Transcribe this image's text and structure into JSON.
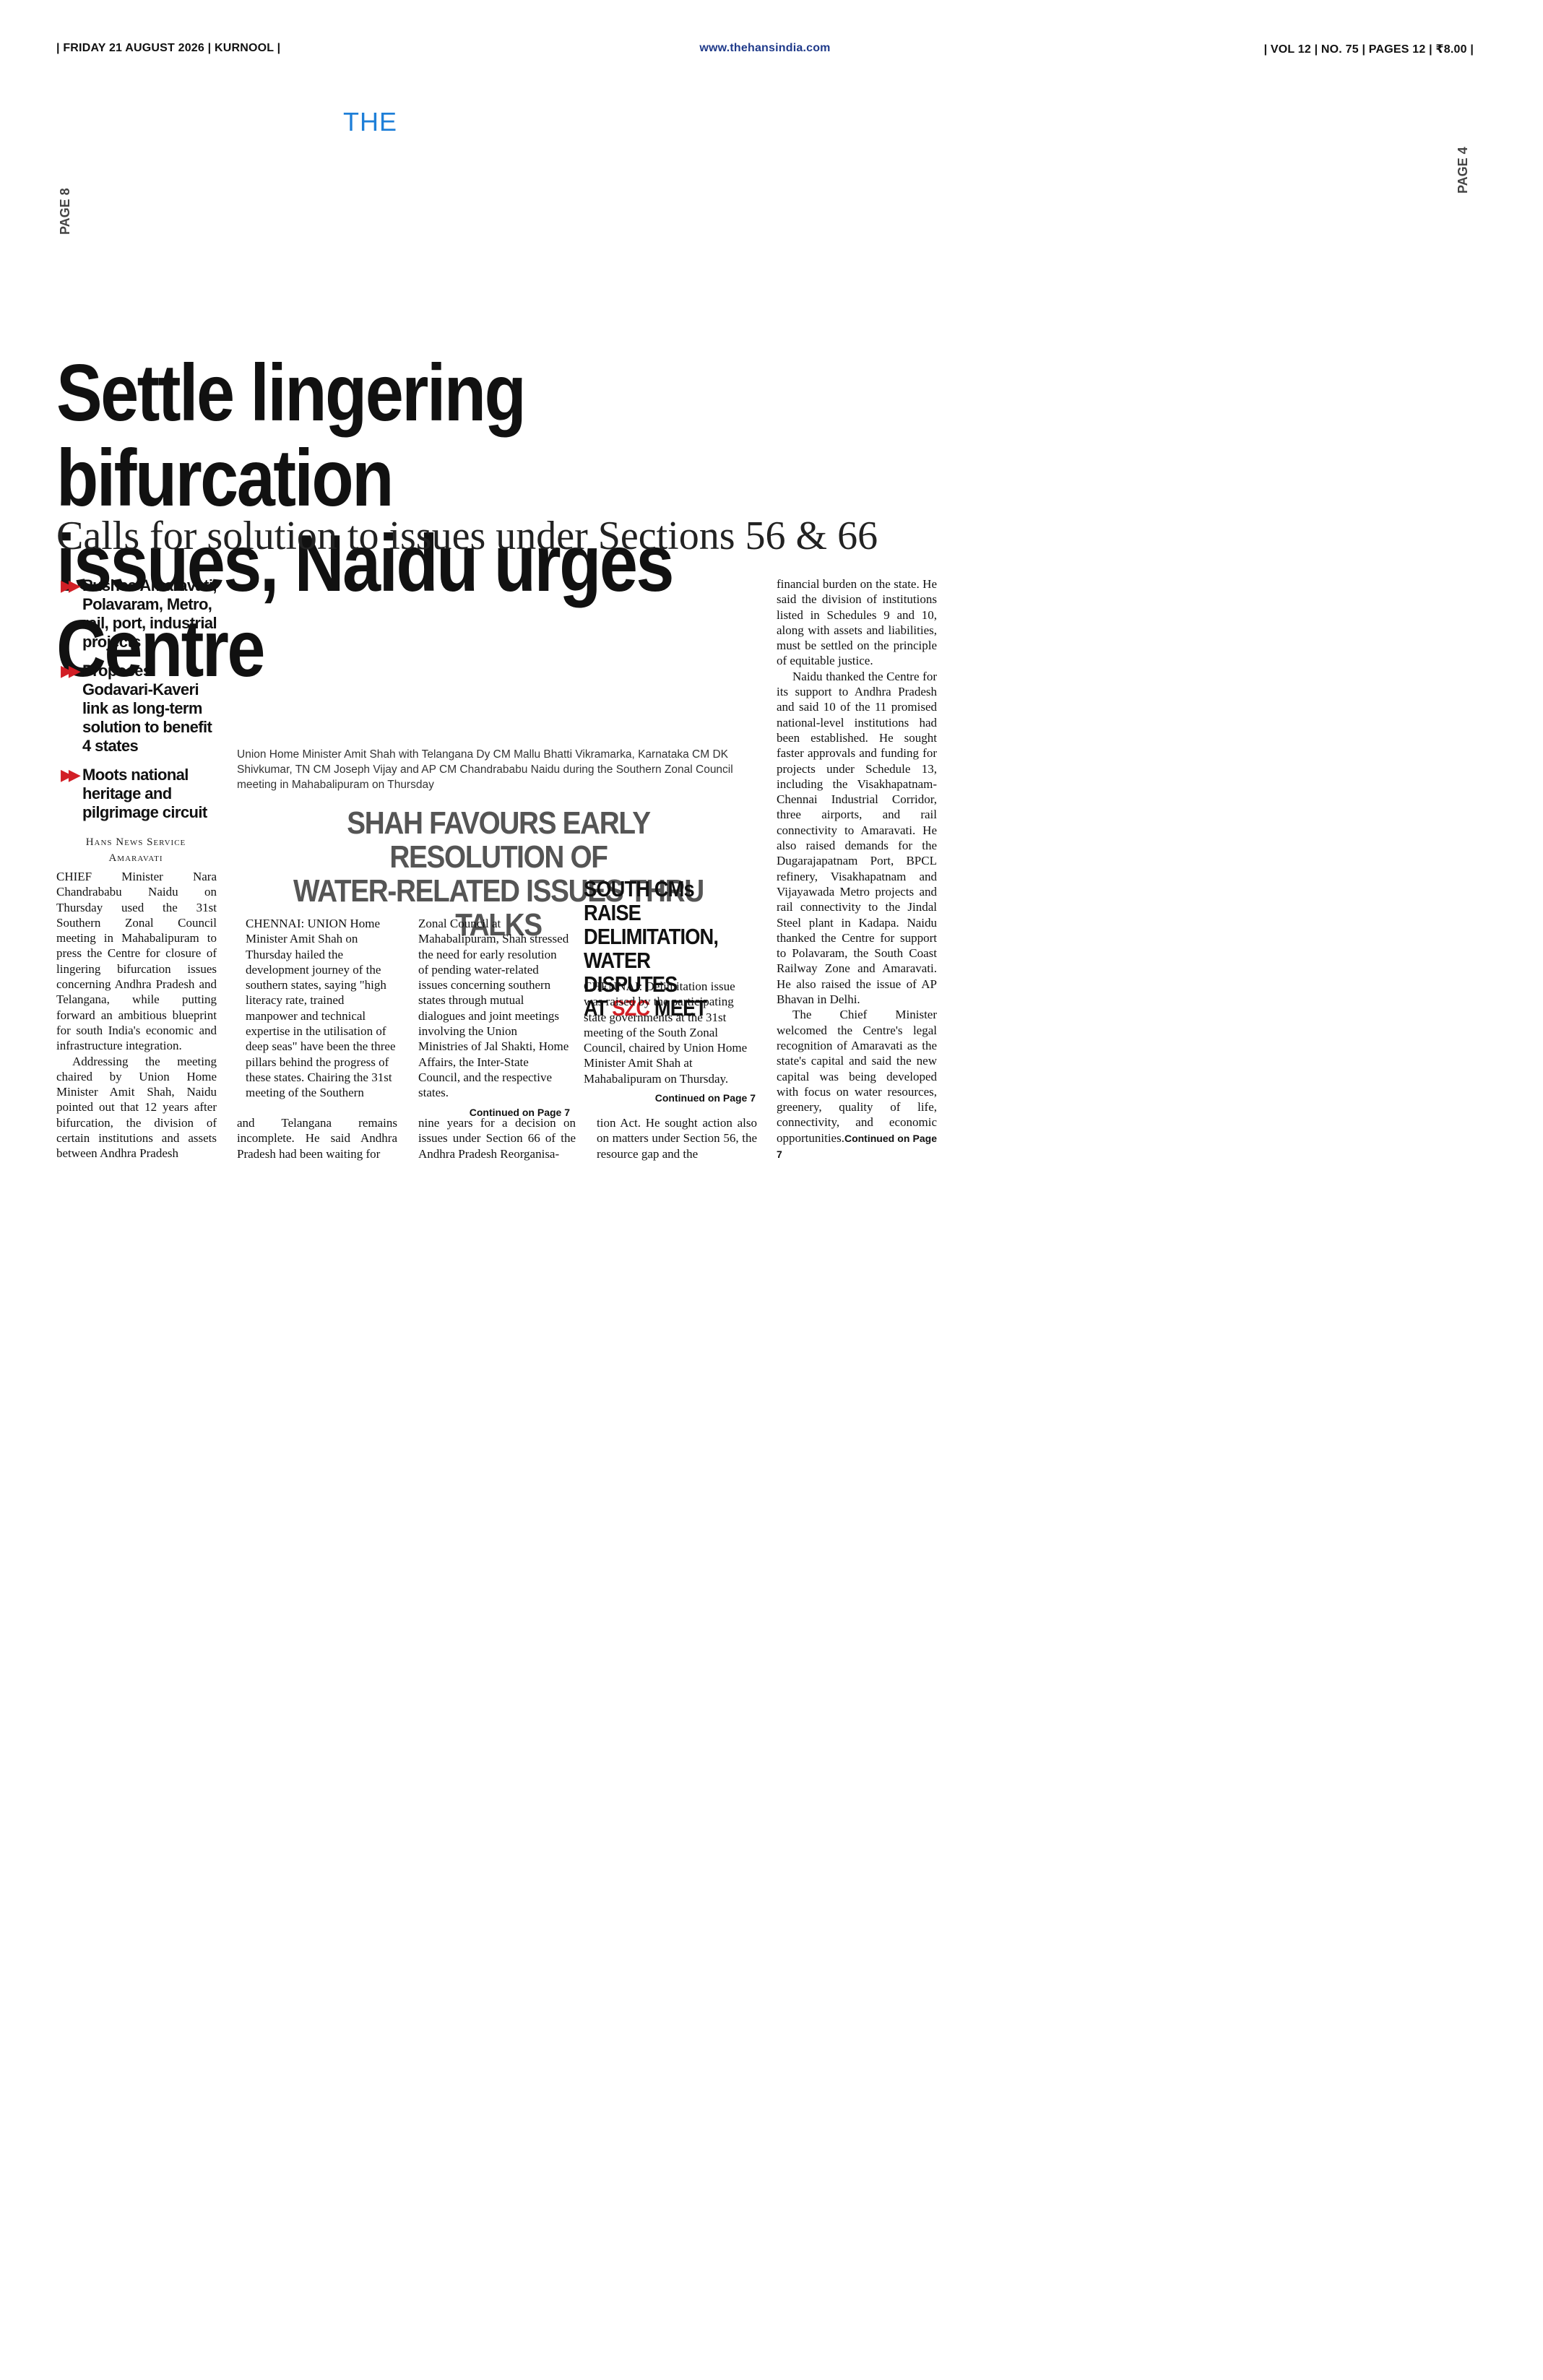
{
  "masthead": {
    "left": "| FRIDAY 21 AUGUST 2026 | KURNOOL |",
    "center": "www.thehansindia.com",
    "right": "| VOL 12 | NO. 75 | PAGES 12 | ₹8.00 |"
  },
  "brand": "THE",
  "side_refs": {
    "left": "PAGE 8",
    "right": "PAGE 4"
  },
  "headline": {
    "line1": "Settle lingering bifurcation",
    "line2": "issues, Naidu urges Centre"
  },
  "deck": "Calls for solution to issues under Sections 56 & 66",
  "bullets": [
    {
      "icon": "double-arrow-icon",
      "text": "Pushes Amaravati, Polavaram, Metro, rail, port, industrial projects"
    },
    {
      "icon": "double-arrow-icon",
      "text": "Proposes Godavari-Kaveri link as long-term solution to benefit 4 states"
    },
    {
      "icon": "double-arrow-icon",
      "text": "Moots national heritage and pilgrimage circuit"
    }
  ],
  "byline": {
    "line1": "Hans News Service",
    "line2": "Amaravati"
  },
  "main_story": {
    "col1": [
      "CHIEF Minister Nara Chandrababu Naidu on Thursday used the 31st Southern Zonal Council meeting in Mahabalipuram to press the Centre for closure of lingering bifurcation issues concerning Andhra Pradesh and Telangana, while putting forward an ambitious blueprint for south India's economic and infrastructure integration.",
      "Addressing the meeting chaired by Union Home Minister Amit Shah, Naidu pointed out that 12 years after bifurcation, the division of certain institutions and assets between Andhra Pradesh"
    ],
    "col2": "and Telangana remains incomplete. He said Andhra Pradesh had been waiting for",
    "col3": "nine years for a decision on issues under Section 66 of the Andhra Pradesh Reorganisa-",
    "col4": "tion Act. He sought action also on matters under Section 56, the resource gap and the",
    "col5": [
      "financial burden on the state. He said the division of institutions listed in Schedules 9 and 10, along with assets and liabilities, must be settled on the principle of equitable justice.",
      "Naidu thanked the Centre for its support to Andhra Pradesh and said 10 of the 11 promised national-level institutions had been established. He sought faster approvals and funding for projects under Schedule 13, including the Visakhapatnam-Chennai Industrial Corridor, three airports, and rail connectivity to Amaravati. He also raised demands for the Dugarajapatnam Port, BPCL refinery, Visakhapatnam and Vijayawada Metro projects and rail connectivity to the Jindal Steel plant in Kadapa. Naidu thanked the Centre for support to Polavaram, the South Coast Railway Zone and Amaravati. He also raised the issue of AP Bhavan in Delhi.",
      "The Chief Minister welcomed the Centre's legal recognition of Amaravati as the state's capital and said the new capital was being developed with focus on water resources, greenery, quality of life, connectivity, and economic opportunities."
    ],
    "continued": "Continued on Page 7"
  },
  "photo_caption": "Union Home Minister Amit Shah with Telangana Dy CM Mallu Bhatti Vikramarka, Karnataka CM DK Shivkumar, TN CM Joseph Vijay and AP CM Chandrababu Naidu during the Southern Zonal Council meeting in Mahabalipuram on Thursday",
  "shah_story": {
    "headline_line1": "SHAH FAVOURS EARLY RESOLUTION OF",
    "headline_line2": "WATER-RELATED ISSUES THRU TALKS",
    "col1": "CHENNAI: UNION Home Minister Amit Shah on Thursday hailed the development journey of the southern states, saying \"high literacy rate, trained manpower and technical expertise in the utilisation of deep seas\" have been the three pillars behind the progress of these states. Chairing the 31st meeting of the Southern",
    "col2": "Zonal Council at Mahabalipuram, Shah stressed the need for early resolution of pending water-related issues concerning southern states through mutual dialogues and joint meetings involving the Union Ministries of Jal Shakti, Home Affairs, the Inter-State Council, and the respective states.",
    "continued": "Continued on Page 7"
  },
  "south_story": {
    "headline_a": "SOUTH CMs RAISE",
    "headline_b": "DELIMITATION,",
    "headline_c": "WATER DISPUTES",
    "headline_d_pre": "AT ",
    "headline_d_red": "SZC",
    "headline_d_post": " MEET",
    "body": "CHENNAI: Delimitation issue was raised by the participating state governments at the 31st meeting of the South Zonal Council, chaired by Union Home Minister Amit Shah at Mahabalipuram on Thursday.",
    "continued": "Continued on Page 7"
  }
}
